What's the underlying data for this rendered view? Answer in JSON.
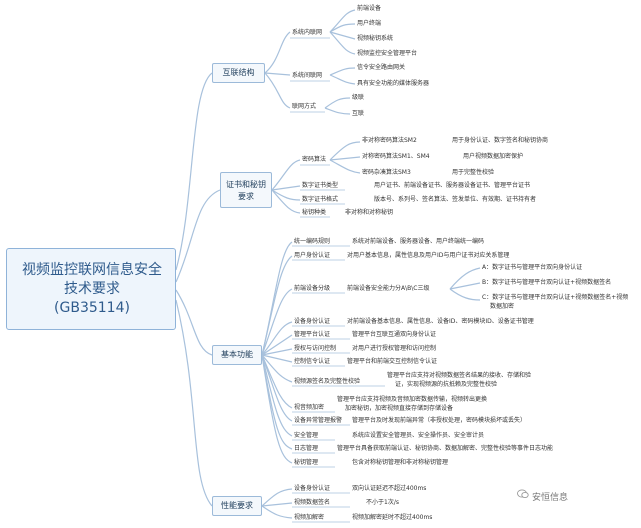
{
  "root": {
    "lines": [
      "视频监控联网信息安全",
      "技术要求",
      "(GB35114)"
    ]
  },
  "branches": {
    "interconnect": {
      "label": "互联结构",
      "system_internal": {
        "label": "系统内联网",
        "items": [
          "前端设备",
          "用户终端",
          "视频秘钥系统",
          "视频监控安全管理平台"
        ]
      },
      "system_between": {
        "label": "系统间联网",
        "items": [
          "信令安全路由网关",
          "具有安全功能的媒体服务器"
        ]
      },
      "network_mode": {
        "label": "联网方式",
        "items": [
          "级联",
          "互联"
        ]
      }
    },
    "cert_key": {
      "label_line1": "证书和秘钥",
      "label_line2": "要求",
      "crypto_algo": {
        "label": "密码算法",
        "items": [
          {
            "name": "非对称密码算法SM2",
            "desc": "用于身份认证、数字签名和秘钥协商"
          },
          {
            "name": "对称密码算法SM1、SM4",
            "desc": "用户视频数据加密保护"
          },
          {
            "name": "密码杂凑算法SM3",
            "desc": "用于完整性校验"
          }
        ]
      },
      "cert_types": {
        "label": "数字证书类型",
        "desc": "用户证书、前端设备证书、服务器设备证书、管理平台证书"
      },
      "cert_format": {
        "label": "数字证书格式",
        "desc": "版本号、系列号、签名算法、签发单位、有效期、证书持有者"
      },
      "key_types": {
        "label": "秘钥种类",
        "desc": "非对称和对称秘钥"
      }
    },
    "basic": {
      "label": "基本功能",
      "rows": [
        {
          "label": "统一编码规则",
          "desc": "系统对前端设备、服务器设备、用户终端统一编码"
        },
        {
          "label": "用户身份认证",
          "desc": "对用户基本信息，属性信息及用户ID与用户证书对应关系管理"
        },
        {
          "label": "设备身份认证",
          "desc": "对前端设备基本信息、属性信息、设备ID、密码模块ID、设备证书管理"
        },
        {
          "label": "管理平台认证",
          "desc": "管理平台互联互通双向身份认证"
        },
        {
          "label": "授权与访问控制",
          "desc": "对用户进行授权管理和访问控制"
        },
        {
          "label": "控制信令认证",
          "desc": "管理平台和前端交互控制信令认证"
        },
        {
          "label": "视频源签名及完整性校验",
          "desc_line1": "管理平台应支持对视频数据签名结果的接收、存储和验",
          "desc_line2": "证，实现视频源的抗抵赖及完整性校验"
        },
        {
          "label": "视音频加密",
          "desc_line1": "管理平台应支持视频及音频加密数据传输，视频转出更换",
          "desc_line2": "加密秘钥，加密视频直接存储到存储设备"
        },
        {
          "label": "设备异常管理报警",
          "desc": "管理平台及时发现前端异常（非授权处理，密码模块损坏或丢失）"
        },
        {
          "label": "安全管理",
          "desc": "系统应设置安全管理员、安全操作员、安全审计员"
        },
        {
          "label": "日志管理",
          "desc": "管理平台具备获取前端认证、秘钥协商、数据加解密、完整性校验等事件日志功能"
        },
        {
          "label": "秘钥管理",
          "desc": "包含对称秘钥管理和非对称秘钥管理"
        }
      ],
      "grading": {
        "label": "前端设备分级",
        "desc": "前端设备安全能力分A\\B\\C三级",
        "levels": [
          "A：数字证书与管理平台双向身份认证",
          "B：数字证书与管理平台双向认证+视频数据签名",
          "C：数字证书与管理平台双向认证+视频数据签名+视频",
          "数据加密"
        ]
      }
    },
    "performance": {
      "label": "性能要求",
      "rows": [
        {
          "label": "设备身份认证",
          "desc": "双向认证延迟不超过400ms"
        },
        {
          "label": "视频数据签名",
          "desc": "不小于1次/s"
        },
        {
          "label": "视频加解密",
          "desc": "视频加解密延时不超过400ms"
        }
      ]
    }
  },
  "watermark": "安恒信息",
  "colors": {
    "line": "#a8c1dc",
    "node_fill": "#f4f8fc",
    "node_border": "#9cbad9",
    "root_text": "#2f5b8c"
  }
}
